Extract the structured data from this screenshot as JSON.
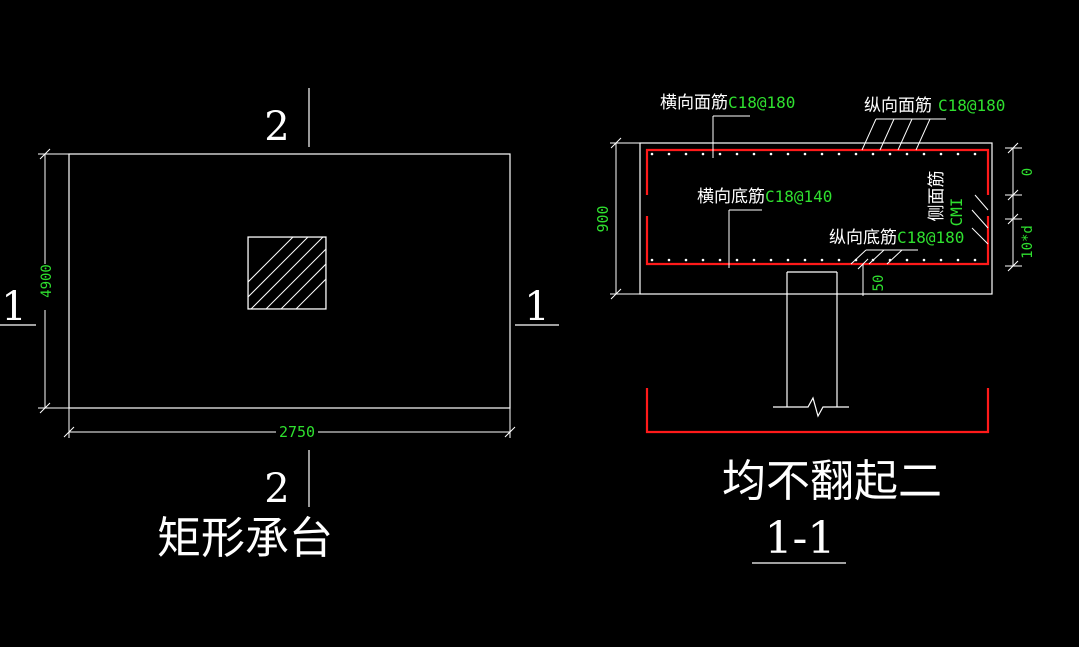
{
  "left_view": {
    "title": "矩形承台",
    "dim_width": "2750",
    "dim_height": "4900",
    "section_1_left": "1",
    "section_1_right": "1",
    "section_2_top": "2",
    "section_2_bottom": "2"
  },
  "right_view": {
    "title_line": "均不翻起二",
    "section_title": "1-1",
    "trans_top_text": "横向面筋",
    "trans_top_bar": "C18@180",
    "long_top_text": "纵向面筋",
    "long_top_bar": "C18@180",
    "trans_bot_text": "横向底筋",
    "trans_bot_bar": "C18@140",
    "long_bot_text": "纵向底筋",
    "long_bot_bar": "C18@180",
    "side_text": "侧面筋",
    "side_bar": "CMI",
    "dim_depth": "900",
    "dim_cover": "50",
    "dim_zero": "0",
    "dim_anchor": "10*d"
  },
  "colors": {
    "line": "#ffffff",
    "dimension_text": "#2fe02f",
    "rebar": "#ff1a1a"
  }
}
